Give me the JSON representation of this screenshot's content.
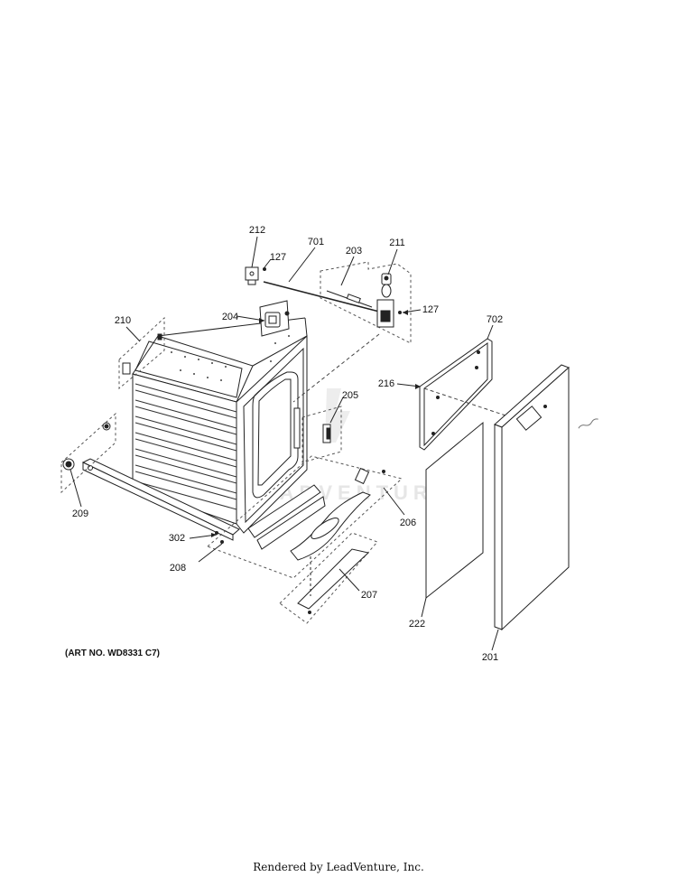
{
  "art_no": "(ART NO. WD8331 C7)",
  "footer": "Rendered by LeadVenture, Inc.",
  "watermark": "LEADVENTURE",
  "parts": [
    {
      "id": "p212",
      "label": "212"
    },
    {
      "id": "p127a",
      "label": "127"
    },
    {
      "id": "p701",
      "label": "701"
    },
    {
      "id": "p203",
      "label": "203"
    },
    {
      "id": "p211",
      "label": "211"
    },
    {
      "id": "p127b",
      "label": "127"
    },
    {
      "id": "p204",
      "label": "204"
    },
    {
      "id": "p210",
      "label": "210"
    },
    {
      "id": "p702",
      "label": "702"
    },
    {
      "id": "p216",
      "label": "216"
    },
    {
      "id": "p205",
      "label": "205"
    },
    {
      "id": "p209",
      "label": "209"
    },
    {
      "id": "p206",
      "label": "206"
    },
    {
      "id": "p302",
      "label": "302"
    },
    {
      "id": "p208",
      "label": "208"
    },
    {
      "id": "p207",
      "label": "207"
    },
    {
      "id": "p222",
      "label": "222"
    },
    {
      "id": "p201",
      "label": "201"
    }
  ]
}
